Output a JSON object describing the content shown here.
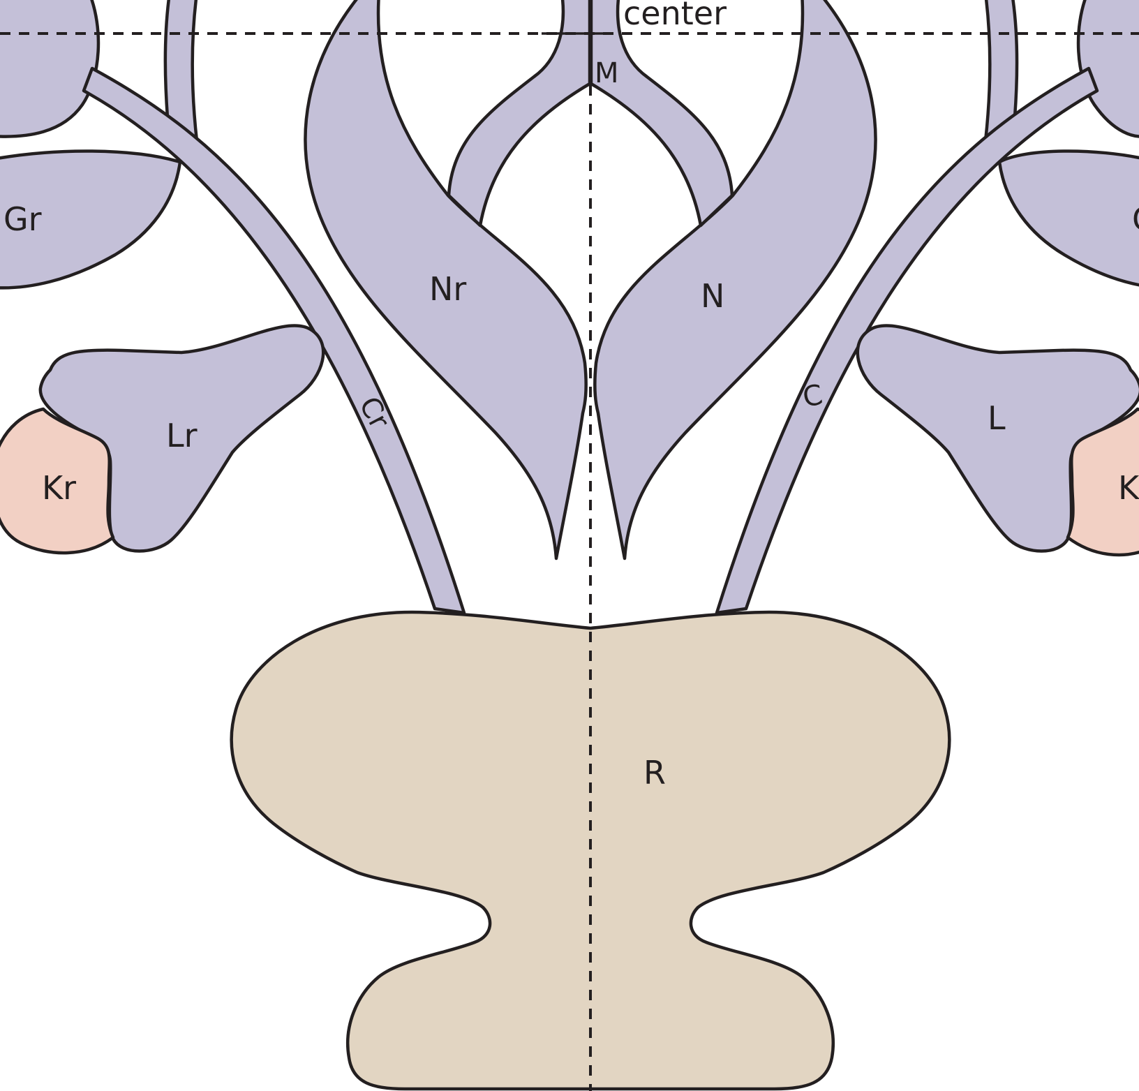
{
  "labels": {
    "center": "center",
    "M": "M",
    "N": "N",
    "Nr": "Nr",
    "C": "C",
    "Cr": "Cr",
    "L": "L",
    "Lr": "Lr",
    "K_left": "Kr",
    "K_right": "K",
    "G_left": "Gr",
    "G_right": "G",
    "R": "R"
  },
  "colors": {
    "lilac": "#c4c0d8",
    "pink": "#f2d0c4",
    "tan": "#e2d5c2",
    "stroke": "#231f20"
  }
}
